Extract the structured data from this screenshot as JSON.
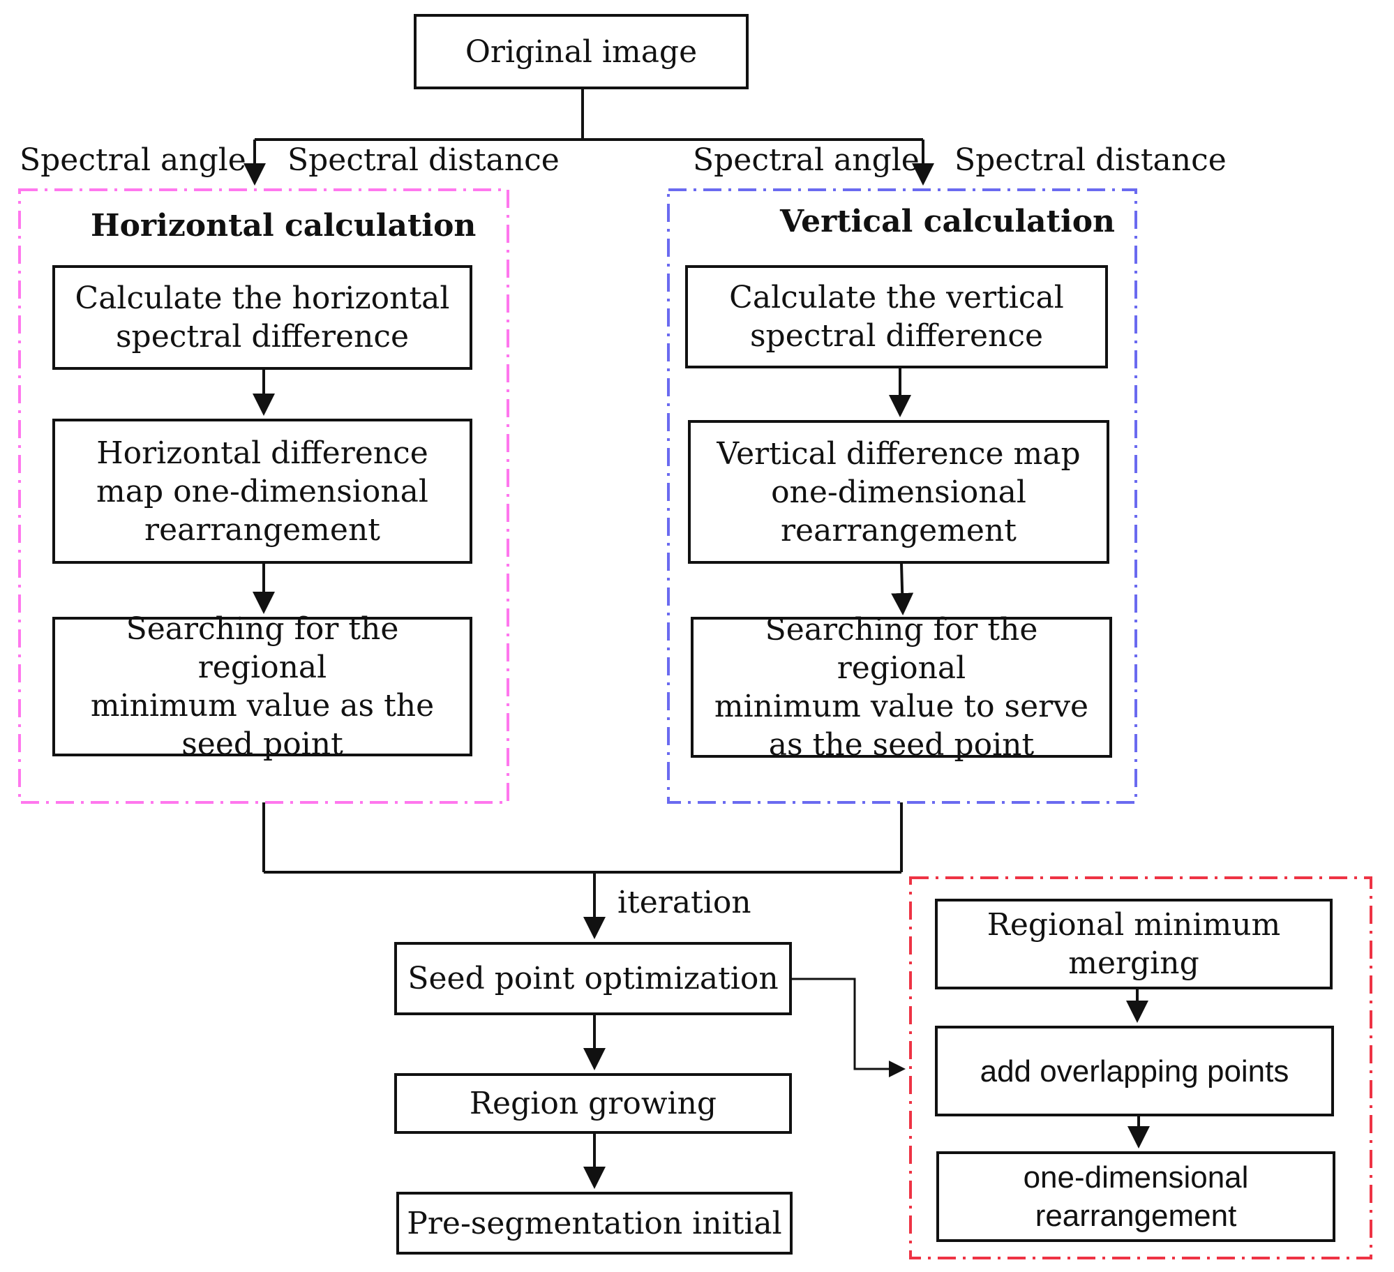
{
  "colors": {
    "horizontal_group": "#ff77ee",
    "vertical_group": "#6a6af0",
    "optimization_group": "#ee3344",
    "line": "#111111"
  },
  "top": {
    "original_image": "Original image"
  },
  "inputs": {
    "left_angle": "Spectral angle",
    "left_distance": "Spectral distance",
    "right_angle": "Spectral angle",
    "right_distance": "Spectral distance"
  },
  "horizontal": {
    "title": "Horizontal calculation",
    "step1": "Calculate the horizontal\nspectral difference",
    "step2": "Horizontal difference\nmap one-dimensional\nrearrangement",
    "step3": "Searching for the regional\nminimum value  as the\nseed point"
  },
  "vertical": {
    "title": "Vertical calculation",
    "step1": "Calculate the vertical\nspectral difference",
    "step2": "Vertical difference map\none-dimensional\nrearrangement",
    "step3": "Searching for the regional\nminimum value to serve\nas the seed point"
  },
  "main_flow": {
    "iteration": "iteration",
    "seed_optimization": "Seed point optimization",
    "region_growing": "Region growing",
    "pre_segmentation": "Pre-segmentation initial"
  },
  "optimization": {
    "step1": "Regional minimum\nmerging",
    "step2": "add overlapping points",
    "step3": "one-dimensional\nrearrangement"
  }
}
